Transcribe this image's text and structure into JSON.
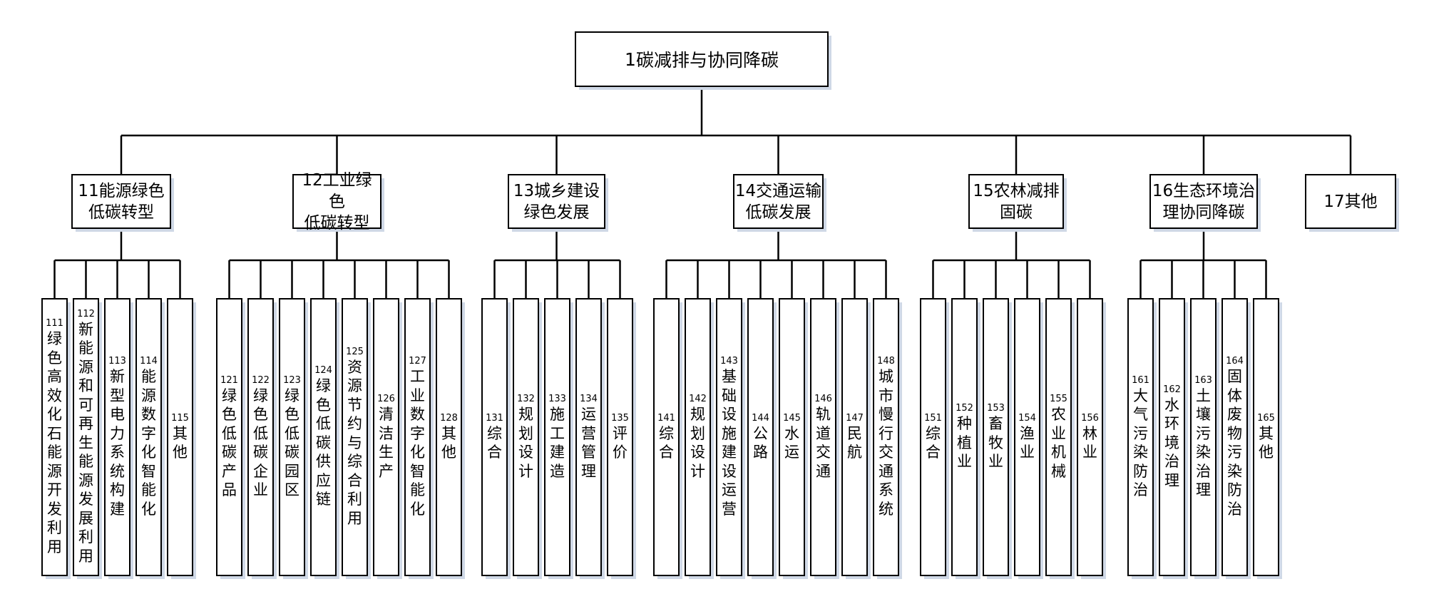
{
  "root": {
    "code": "1",
    "label": "碳减排与协同降碳"
  },
  "categories": [
    {
      "code": "11",
      "label": "能源绿色低碳转型",
      "display": "11能源绿色\n低碳转型",
      "children": [
        {
          "code": "111",
          "label": "绿色高效化石能源开发利用"
        },
        {
          "code": "112",
          "label": "新能源和可再生能源发展利用"
        },
        {
          "code": "113",
          "label": "新型电力系统构建"
        },
        {
          "code": "114",
          "label": "能源数字化智能化"
        },
        {
          "code": "115",
          "label": "其他"
        }
      ]
    },
    {
      "code": "12",
      "label": "工业绿色低碳转型",
      "display": "12工业绿色\n低碳转型",
      "children": [
        {
          "code": "121",
          "label": "绿色低碳产品"
        },
        {
          "code": "122",
          "label": "绿色低碳企业"
        },
        {
          "code": "123",
          "label": "绿色低碳园区"
        },
        {
          "code": "124",
          "label": "绿色低碳供应链"
        },
        {
          "code": "125",
          "label": "资源节约与综合利用"
        },
        {
          "code": "126",
          "label": "清洁生产"
        },
        {
          "code": "127",
          "label": "工业数字化智能化"
        },
        {
          "code": "128",
          "label": "其他"
        }
      ]
    },
    {
      "code": "13",
      "label": "城乡建设绿色发展",
      "display": "13城乡建设\n绿色发展",
      "children": [
        {
          "code": "131",
          "label": "综合"
        },
        {
          "code": "132",
          "label": "规划设计"
        },
        {
          "code": "133",
          "label": "施工建造"
        },
        {
          "code": "134",
          "label": "运营管理"
        },
        {
          "code": "135",
          "label": "评价"
        }
      ]
    },
    {
      "code": "14",
      "label": "交通运输低碳发展",
      "display": "14交通运输\n低碳发展",
      "children": [
        {
          "code": "141",
          "label": "综合"
        },
        {
          "code": "142",
          "label": "规划设计"
        },
        {
          "code": "143",
          "label": "基础设施建设运营"
        },
        {
          "code": "144",
          "label": "公路"
        },
        {
          "code": "145",
          "label": "水运"
        },
        {
          "code": "146",
          "label": "轨道交通"
        },
        {
          "code": "147",
          "label": "民航"
        },
        {
          "code": "148",
          "label": "城市慢行交通系统"
        }
      ]
    },
    {
      "code": "15",
      "label": "农林减排固碳",
      "display": "15农林减排\n固碳",
      "children": [
        {
          "code": "151",
          "label": "综合"
        },
        {
          "code": "152",
          "label": "种植业"
        },
        {
          "code": "153",
          "label": "畜牧业"
        },
        {
          "code": "154",
          "label": "渔业"
        },
        {
          "code": "155",
          "label": "农业机械"
        },
        {
          "code": "156",
          "label": "林业"
        }
      ]
    },
    {
      "code": "16",
      "label": "生态环境治理协同降碳",
      "display": "16生态环境治\n理协同降碳",
      "children": [
        {
          "code": "161",
          "label": "大气污染防治"
        },
        {
          "code": "162",
          "label": "水环境治理"
        },
        {
          "code": "163",
          "label": "土壤污染治理"
        },
        {
          "code": "164",
          "label": "固体废物污染防治"
        },
        {
          "code": "165",
          "label": "其他"
        }
      ]
    },
    {
      "code": "17",
      "label": "其他",
      "display": "17其他",
      "children": []
    }
  ]
}
